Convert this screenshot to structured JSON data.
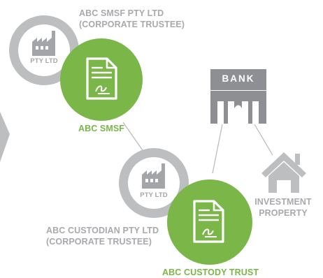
{
  "colors": {
    "green": "#7ab648",
    "grey": "#b5b7ba",
    "label_grey": "#a7a9ac",
    "icon_grey": "#8d8f92",
    "line": "#b8b8b8"
  },
  "nodes": {
    "smsf_trustee": {
      "badge": "PTY LTD",
      "icon": "factory-icon",
      "label_line1": "ABC SMSF PTY LTD",
      "label_line2": "(CORPORATE TRUSTEE)"
    },
    "smsf": {
      "icon": "document-icon",
      "label": "ABC SMSF"
    },
    "custodian_trustee": {
      "badge": "PTY LTD",
      "icon": "factory-icon",
      "label_line1": "ABC CUSTODIAN PTY LTD",
      "label_line2": "(CORPORATE TRUSTEE)"
    },
    "custody_trust": {
      "icon": "document-icon",
      "label": "ABC CUSTODY TRUST"
    },
    "bank": {
      "icon": "bank-icon",
      "label": "BANK"
    },
    "property": {
      "icon": "house-icon",
      "label_line1": "INVESTMENT",
      "label_line2": "PROPERTY"
    }
  }
}
